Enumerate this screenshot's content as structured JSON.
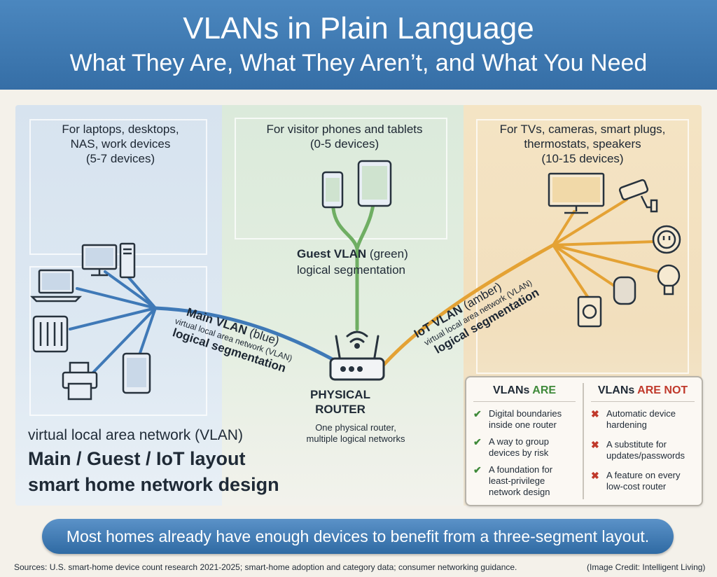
{
  "header": {
    "title": "VLANs in Plain Language",
    "subtitle": "What They Are, What They Aren’t, and What You Need"
  },
  "zones": {
    "main": {
      "line1": "For laptops, desktops,",
      "line2": "NAS, work devices",
      "count": "(5-7 devices)"
    },
    "guest": {
      "line1": "For visitor phones and tablets",
      "count": "(0-5 devices)"
    },
    "iot": {
      "line1": "For TVs, cameras, smart plugs,",
      "line2": "thermostats, speakers",
      "count": "(10-15 devices)"
    }
  },
  "links": {
    "main": {
      "name": "Main VLAN",
      "color_word": "(blue)",
      "desc": "virtual local area network (VLAN)",
      "seg": "logical segmentation"
    },
    "guest": {
      "name": "Guest VLAN",
      "color_word": "(green)",
      "seg": "logical segmentation"
    },
    "iot": {
      "name": "IoT VLAN",
      "color_word": "(amber)",
      "desc": "virtual local area network (VLAN)",
      "seg": "logical segmentation"
    }
  },
  "router": {
    "label1": "PHYSICAL",
    "label2": "ROUTER",
    "note1": "One physical router,",
    "note2": "multiple logical networks"
  },
  "left_text": {
    "small": "virtual local area network (VLAN)",
    "big1": "Main / Guest / IoT layout",
    "big2": "smart home network design"
  },
  "comparison": {
    "are": {
      "prefix": "VLANs ",
      "keyword": "ARE",
      "items": [
        {
          "l1": "Digital boundaries",
          "l2": "inside one router"
        },
        {
          "l1": "A way to group",
          "l2": "devices by risk"
        },
        {
          "l1": "A foundation for",
          "l2": "least-privilege",
          "l3": "network design"
        }
      ]
    },
    "not": {
      "prefix": "VLANs ",
      "keyword": "ARE NOT",
      "items": [
        {
          "l1": "Automatic device",
          "l2": "hardening"
        },
        {
          "l1": "A substitute for",
          "l2": "updates/passwords"
        },
        {
          "l1": "A feature on every",
          "l2": "low-cost router"
        }
      ]
    },
    "check_glyph": "✔",
    "cross_glyph": "✖"
  },
  "banner": "Most homes already have enough devices to benefit from a three-segment layout.",
  "footer": {
    "sources": "Sources: U.S. smart-home device count research 2021-2025; smart-home adoption and category data; consumer networking guidance.",
    "credit": "(Image Credit: Intelligent Living)"
  },
  "colors": {
    "main": "#3f79b7",
    "guest": "#6fae63",
    "iot": "#e4a234",
    "are": "#3f8a3a",
    "not": "#c0392b",
    "header": "#3f7bb3"
  },
  "icons": [
    "monitor-icon",
    "tower-pc-icon",
    "laptop-icon",
    "nas-icon",
    "printer-icon",
    "tablet-icon",
    "phone-icon",
    "router-icon",
    "wifi-icon",
    "tv-icon",
    "camera-icon",
    "smart-plug-icon",
    "smart-bulb-icon",
    "smart-speaker-icon",
    "wall-outlet-icon"
  ]
}
